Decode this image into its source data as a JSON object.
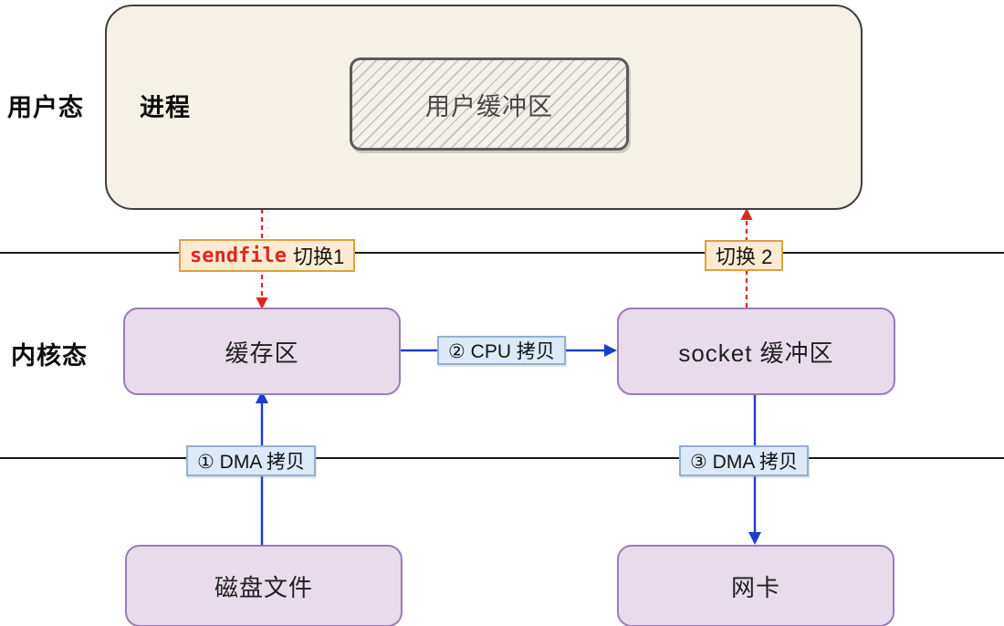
{
  "regions": {
    "user_mode_label": "用户态",
    "kernel_mode_label": "内核态"
  },
  "process": {
    "title": "进程",
    "user_buffer_label": "用户缓冲区"
  },
  "kernel": {
    "buffer_label": "缓存区",
    "socket_buffer_label": "socket 缓冲区"
  },
  "devices": {
    "disk_label": "磁盘文件",
    "nic_label": "网卡"
  },
  "switches": {
    "switch1_keyword": "sendfile",
    "switch1_text": "切换1",
    "switch2_text": "切换 2"
  },
  "copies": {
    "dma1_label": "① DMA 拷贝",
    "cpu2_label": "② CPU 拷贝",
    "dma3_label": "③ DMA 拷贝"
  },
  "colors": {
    "process_fill": "#F6F1E7",
    "process_border": "#3f3f3f",
    "purple_fill": "#E8DCEC",
    "purple_border": "#9B7CB5",
    "switch_fill": "#FCEBD2",
    "switch_border": "#DFA13D",
    "copy_fill": "#DCE9F8",
    "copy_border": "#96AFCE",
    "arrow_red": "#E2261B",
    "arrow_blue": "#1C3ECB",
    "separator": "#1b1b1b"
  }
}
